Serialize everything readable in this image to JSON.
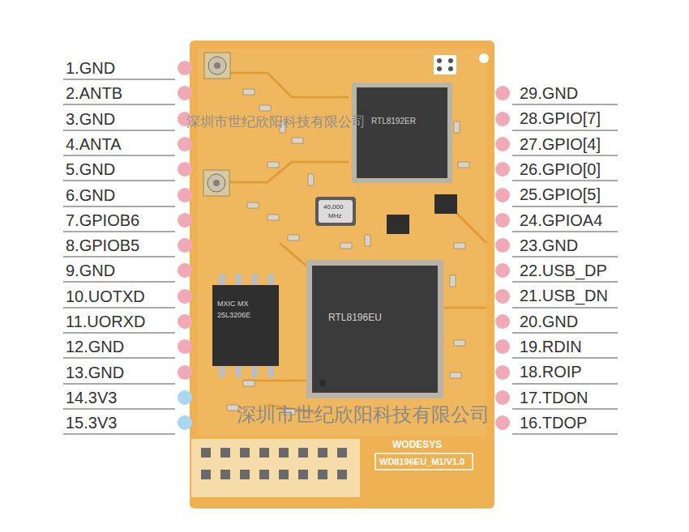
{
  "diagram": {
    "labels": [
      "1.GND",
      "2.ANTB",
      "3.GND",
      "4.ANTA",
      "5.GND",
      "6.GND",
      "7.GPIOB6",
      "8.GPIOB5",
      "9.GND",
      "10.UOTXD",
      "11.UORXD",
      "12.GND",
      "13.GND",
      "14.3V3",
      "15.3V3",
      "29.GND",
      "28.GPIO[7]",
      "27.GPIO[4]",
      "26.GPIO[0]",
      "25.GPIO[5]",
      "24.GPIOA4",
      "23.GND",
      "22.USB_DP",
      "21.USB_DN",
      "20.GND",
      "19.RDIN",
      "18.ROIP",
      "17.TDON",
      "16.TDOP",
      "RTL8192ER",
      "RTL8196EU",
      "40,000",
      "MHz",
      "MXIC MX",
      "25L3206E",
      "WODESYS",
      "WD8196EU_M1/V1.0",
      "深圳市世纪欣阳科技有限公司",
      "深圳市世纪欣阳科技有限公司"
    ]
  }
}
